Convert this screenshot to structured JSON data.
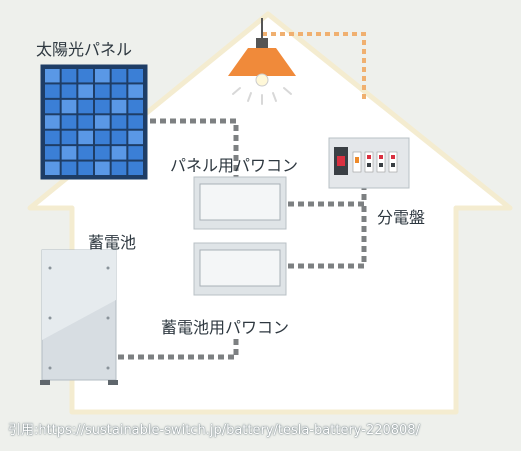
{
  "labels": {
    "solar_panel": "太陽光パネル",
    "panel_pcs": "パネル用パワコン",
    "distribution_board": "分電盤",
    "battery": "蓄電池",
    "battery_pcs": "蓄電池用パワコン"
  },
  "citation": "引用:https://sustainable-switch.jp/battery/tesla-battery-220808/",
  "colors": {
    "background": "#eef0ec",
    "house_fill": "#ffffff",
    "house_outline": "#f4ecd0",
    "wire": "#7d8082",
    "light_wire": "#f0b070",
    "lamp_shade": "#f08a3a",
    "solar_cell": "#3b7fd6",
    "text": "#2e3840"
  },
  "icons": [
    "solar-panel-icon",
    "pendant-lamp-icon",
    "power-conditioner-icon",
    "distribution-board-icon",
    "battery-unit-icon"
  ]
}
